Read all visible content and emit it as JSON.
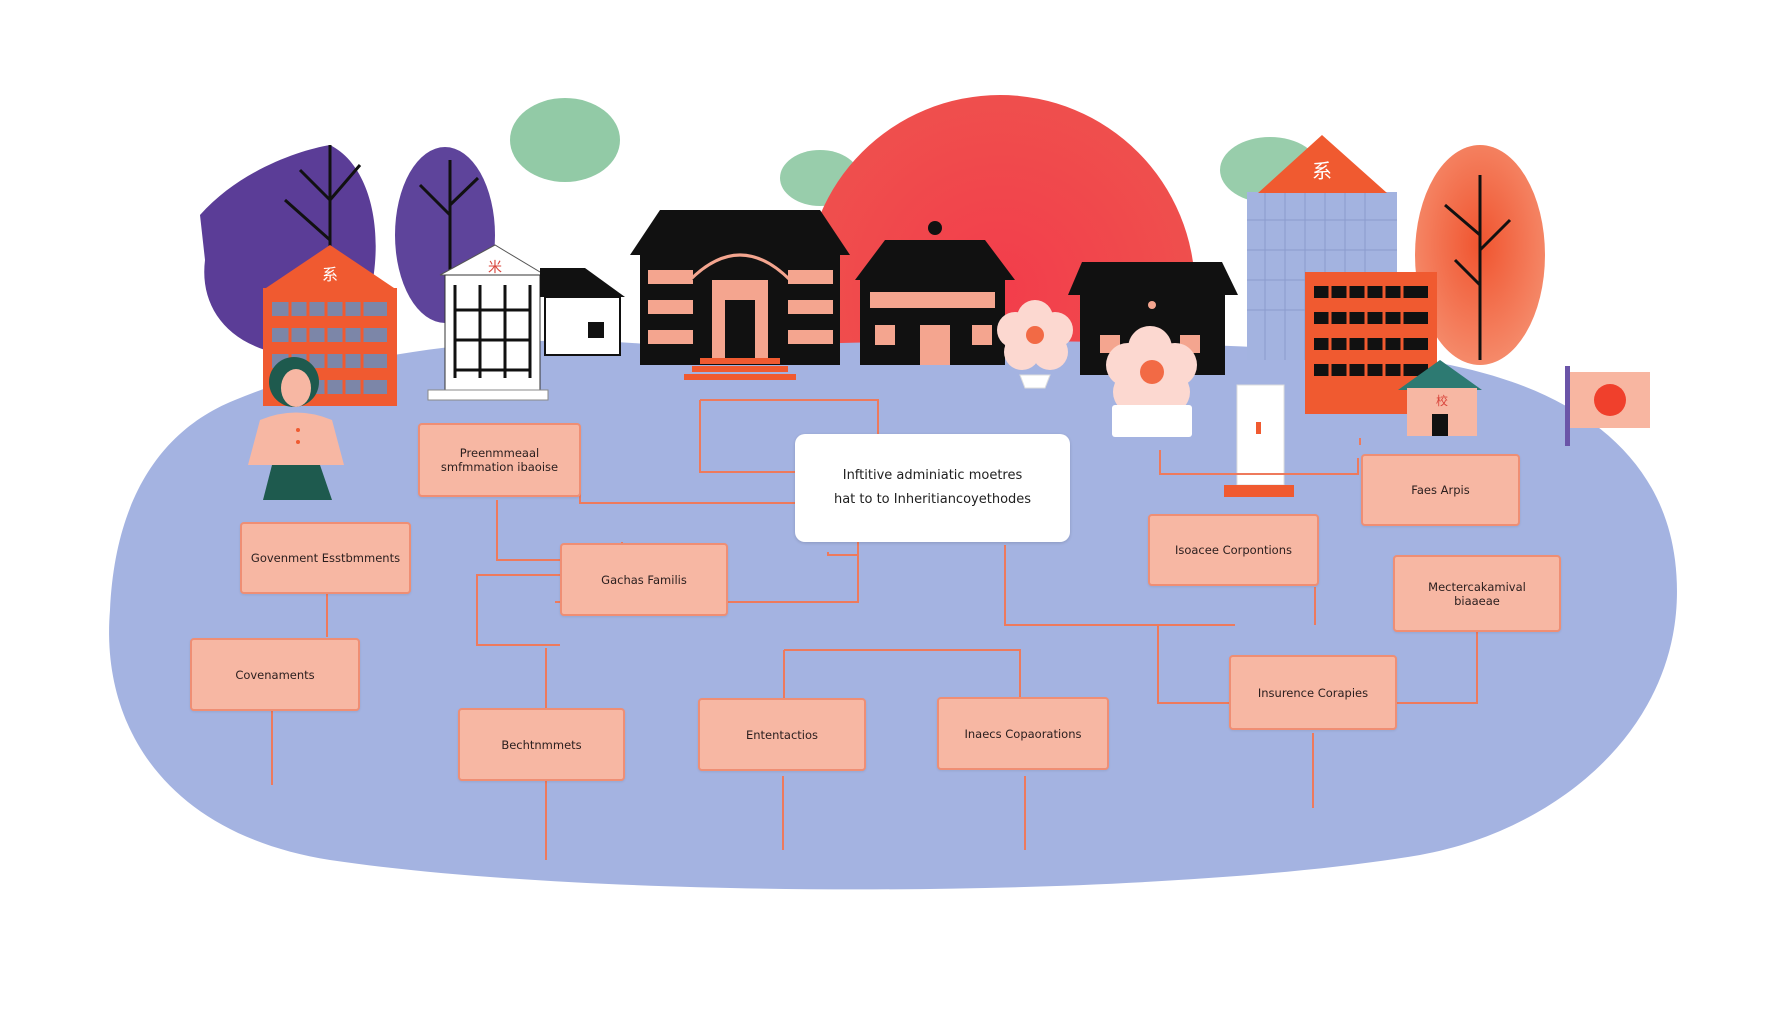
{
  "center": {
    "line1": "Inftitive adminiatic moetres",
    "line2": "hat to to Inheritiancoyethodes"
  },
  "nodes": [
    {
      "id": "pre",
      "label": "Preenmmeaal\nsmfmmation ibaoise"
    },
    {
      "id": "gov-est",
      "label": "Govenment Esstbmments"
    },
    {
      "id": "govs",
      "label": "Covenaments"
    },
    {
      "id": "gachas",
      "label": "Gachas Familis"
    },
    {
      "id": "bech",
      "label": "Bechtnmmets"
    },
    {
      "id": "entre",
      "label": "Ententactios"
    },
    {
      "id": "insc1",
      "label": "Inaecs Copaorations"
    },
    {
      "id": "isoace",
      "label": "Isoacee Corpontions"
    },
    {
      "id": "faes",
      "label": "Faes Arpis"
    },
    {
      "id": "meta",
      "label": "Mectercakamival\nbiaaeae"
    },
    {
      "id": "insur",
      "label": "Insurence Corapies"
    }
  ],
  "signs": {
    "left_building": "系",
    "white_building": "米",
    "right_tower": "系",
    "small_house": "校"
  },
  "colors": {
    "blob": "#a3b3e0",
    "node_fill": "#f7b7a3",
    "node_border": "#ef8e74",
    "connector": "#ee7a5c",
    "sun": "#f04a4c",
    "purple_tree": "#5e3d9a",
    "orange": "#f05a30",
    "green_cloud": "#7fbf96",
    "black": "#121212"
  },
  "icons": [
    "tree-icon",
    "building-icon",
    "temple-icon",
    "flower-icon",
    "person-icon",
    "flag-icon"
  ]
}
